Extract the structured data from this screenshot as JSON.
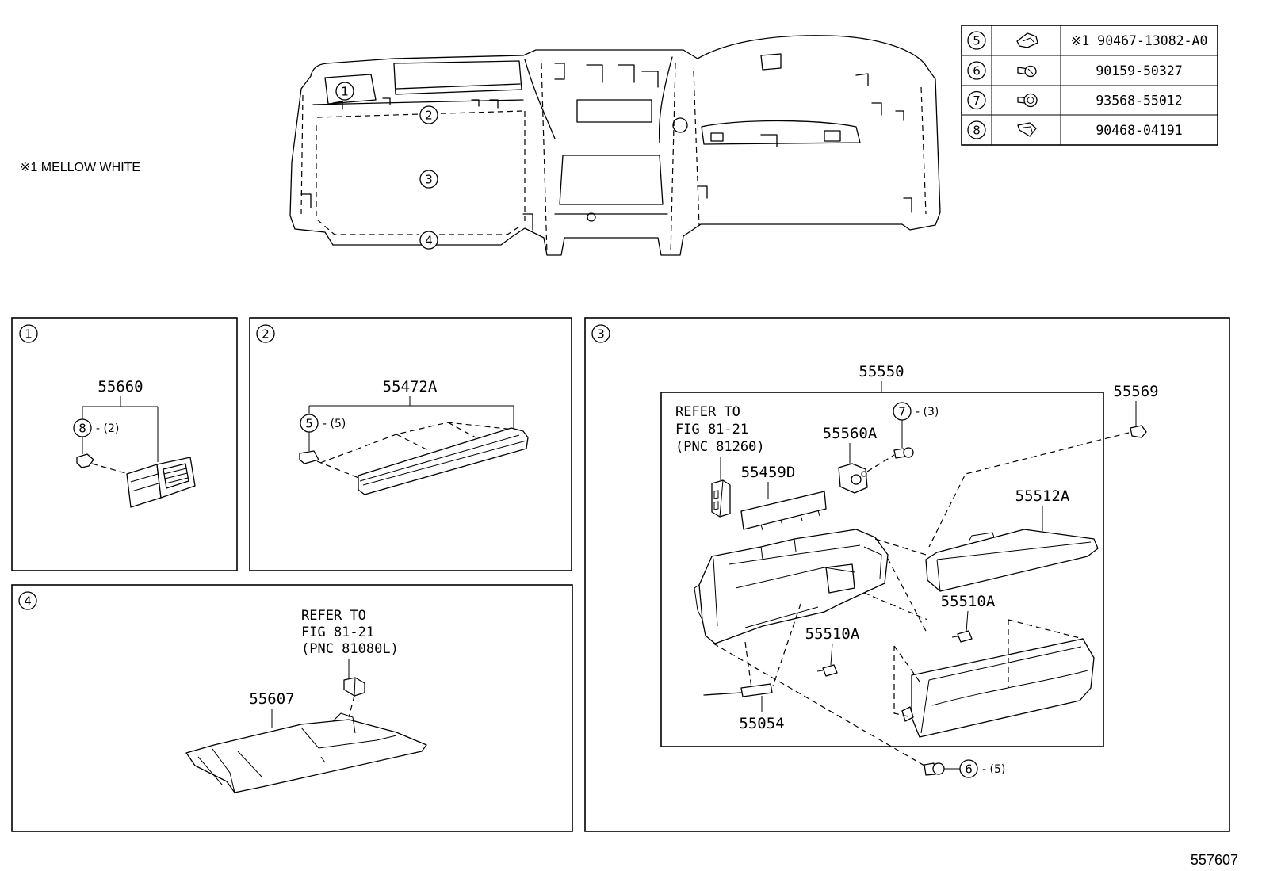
{
  "note": "※1 MELLOW WHITE",
  "diagram_id": "557607",
  "fastener_table": [
    {
      "ref": "5",
      "icon": "clip-icon",
      "part_number": "※1 90467-13082-A0"
    },
    {
      "ref": "6",
      "icon": "screw-icon",
      "part_number": "90159-50327"
    },
    {
      "ref": "7",
      "icon": "bolt-icon",
      "part_number": "93568-55012"
    },
    {
      "ref": "8",
      "icon": "clip-icon",
      "part_number": "90468-04191"
    }
  ],
  "overview": {
    "callouts": [
      "1",
      "2",
      "3",
      "4"
    ]
  },
  "detail_1": {
    "ref": "1",
    "part": "55660",
    "fastener": {
      "ref": "8",
      "qty": "- (2)"
    }
  },
  "detail_2": {
    "ref": "2",
    "part": "55472A",
    "fastener": {
      "ref": "5",
      "qty": "- (5)"
    }
  },
  "detail_3": {
    "ref": "3",
    "assembly": "55550",
    "refer": [
      "REFER TO",
      "FIG 81-21",
      "(PNC 81260)"
    ],
    "parts": {
      "clip": "55569",
      "lock": "55560A",
      "strip": "55459D",
      "panel": "55512A",
      "damper_upper": "55510A",
      "damper_lower": "55510A",
      "rod": "55054"
    },
    "fastener_7": {
      "ref": "7",
      "qty": "- (3)"
    },
    "fastener_6": {
      "ref": "6",
      "qty": "- (5)"
    }
  },
  "detail_4": {
    "ref": "4",
    "part": "55607",
    "refer": [
      "REFER TO",
      "FIG 81-21",
      "(PNC 81080L)"
    ]
  }
}
